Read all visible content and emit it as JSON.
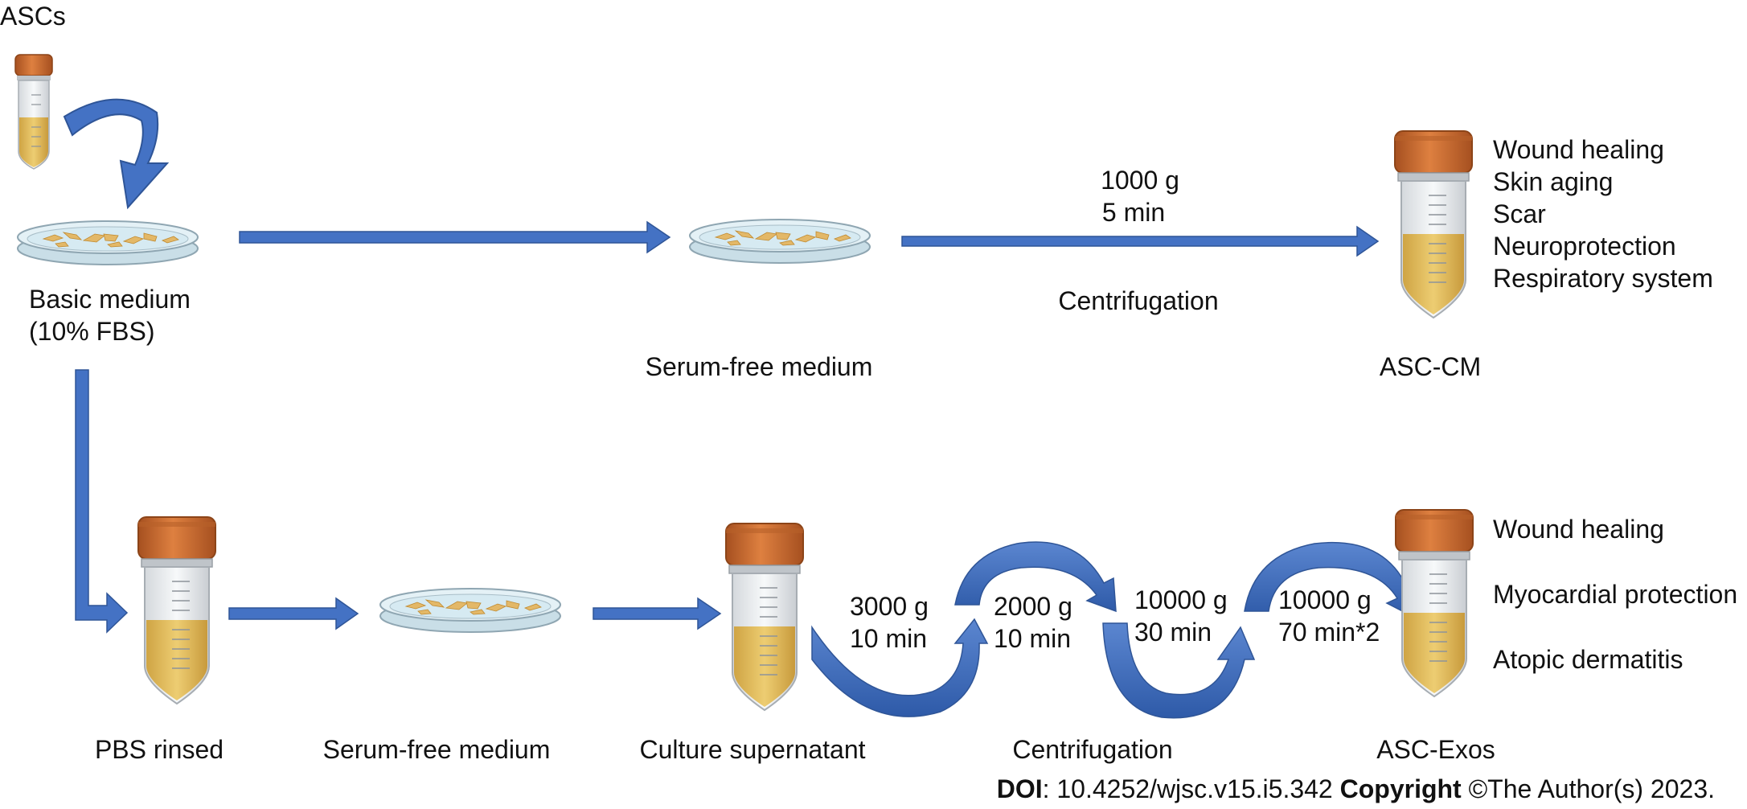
{
  "top": {
    "start_label": "ASCs",
    "basic_medium_line1": "Basic medium",
    "basic_medium_line2": "(10% FBS)",
    "serum_free_label": "Serum-free medium",
    "centrifuge_line1": "1000 g",
    "centrifuge_line2": "5 min",
    "centrifuge_label": "Centrifugation",
    "product_label": "ASC-CM",
    "applications": [
      "Wound healing",
      "Skin aging",
      "Scar",
      "Neuroprotection",
      "Respiratory system"
    ]
  },
  "bottom": {
    "pbs_label": "PBS rinsed",
    "serum_free_label": "Serum-free medium",
    "supernatant_label": "Culture supernatant",
    "steps": [
      {
        "line1": "3000 g",
        "line2": "10 min"
      },
      {
        "line1": "2000 g",
        "line2": "10 min"
      },
      {
        "line1": "10000 g",
        "line2": "30 min"
      },
      {
        "line1": "10000 g",
        "line2": "70 min*2"
      }
    ],
    "centrifuge_label": "Centrifugation",
    "product_label": "ASC-Exos",
    "applications": [
      "Wound healing",
      "Myocardial protection",
      "Atopic dermatitis"
    ]
  },
  "footer": {
    "doi_label": "DOI",
    "doi_value": ": 10.4252/wjsc.v15.i5.342 ",
    "copyright_label": "Copyright",
    "copyright_value": " ©The Author(s) 2023."
  },
  "colors": {
    "arrow": "#4472C4",
    "tube_cap": "#C86A2A",
    "medium": "#E3BE5C",
    "dish": "#D9ECF3"
  }
}
